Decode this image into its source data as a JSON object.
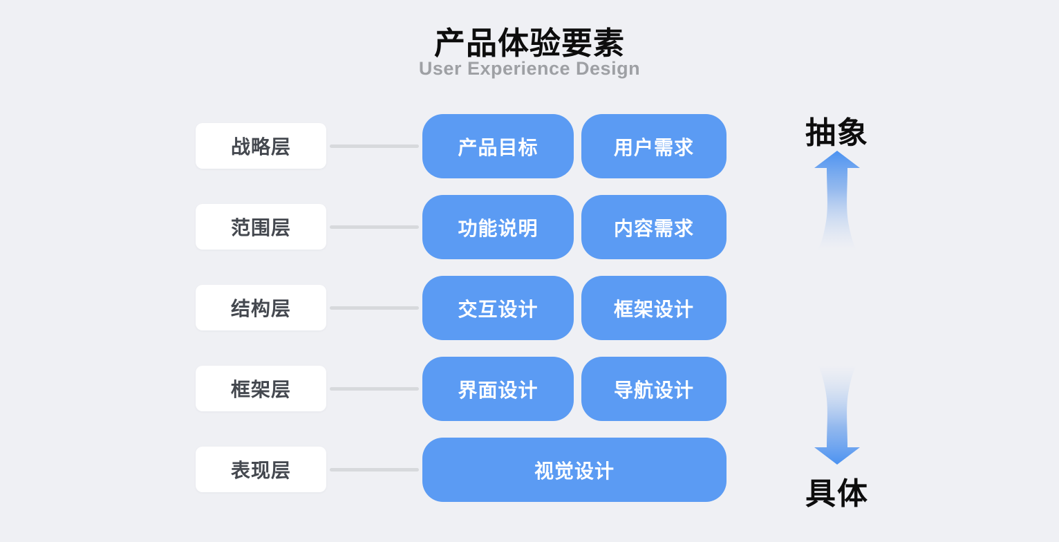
{
  "header": {
    "title": "产品体验要素",
    "subtitle": "User Experience Design"
  },
  "rows": [
    {
      "label": "战略层",
      "items": [
        "产品目标",
        "用户需求"
      ]
    },
    {
      "label": "范围层",
      "items": [
        "功能说明",
        "内容需求"
      ]
    },
    {
      "label": "结构层",
      "items": [
        "交互设计",
        "框架设计"
      ]
    },
    {
      "label": "框架层",
      "items": [
        "界面设计",
        "导航设计"
      ]
    },
    {
      "label": "表现层",
      "items": [
        "视觉设计"
      ]
    }
  ],
  "axis": {
    "top_label": "抽象",
    "bottom_label": "具体"
  },
  "icons": {
    "up_arrow": "up-arrow-icon",
    "down_arrow": "down-arrow-icon"
  },
  "colors": {
    "background": "#EFF0F4",
    "element_box": "#5B9BF3",
    "element_box_text": "#FFFFFF",
    "layer_label_bg": "#FFFFFF",
    "layer_label_text": "#44484F",
    "connector": "#D7D9DC",
    "title_text": "#0D0D0D",
    "subtitle_text": "#9EA0A4",
    "arrow_blue": "#4B92F1"
  }
}
